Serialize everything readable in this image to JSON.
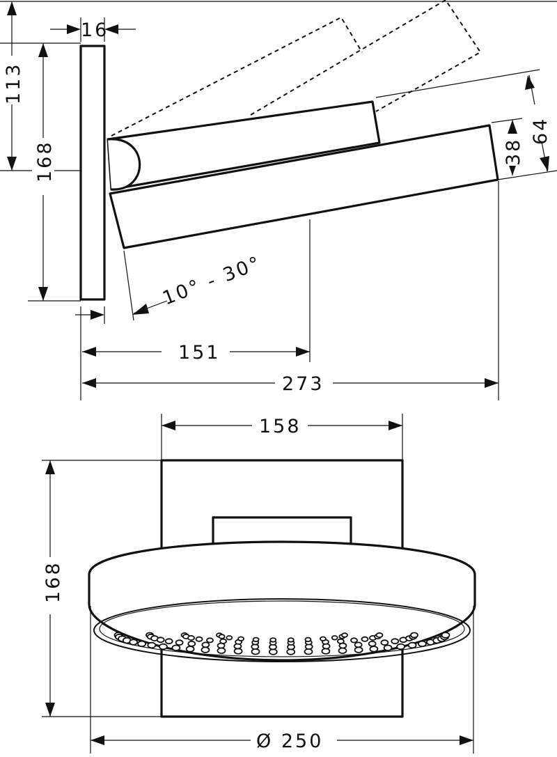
{
  "side_view": {
    "dim_wall_thickness": "16",
    "dim_top": "113",
    "dim_plate_height": "168",
    "dim_head_thickness_inner": "38",
    "dim_head_thickness_outer": "64",
    "angle_range": "10° - 30°",
    "dim_arm_length": "151",
    "dim_total_length": "273"
  },
  "front_view": {
    "dim_plate_width": "158",
    "dim_plate_height": "168",
    "dim_head_diameter": "Ø 250"
  }
}
